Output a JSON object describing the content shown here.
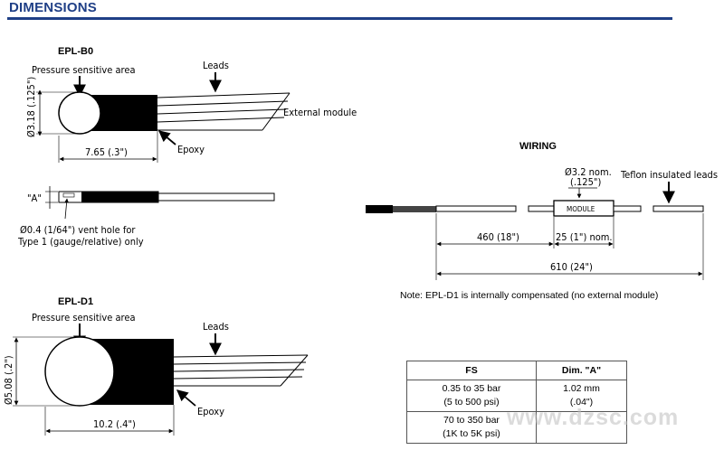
{
  "header": {
    "title": "DIMENSIONS"
  },
  "epl_b0": {
    "label": "EPL-B0",
    "pressure_label": "Pressure sensitive area",
    "leads_label": "Leads",
    "diameter_label": "Ø3.18 (.125\")",
    "external_module_label": "External module",
    "length_label": "7.65 (.3\")",
    "epoxy_label": "Epoxy",
    "side_a_label": "\"A\"",
    "vent_hole_line1": "Ø0.4 (1/64\") vent hole for",
    "vent_hole_line2": "Type 1 (gauge/relative) only"
  },
  "epl_d1": {
    "label": "EPL-D1",
    "pressure_label": "Pressure sensitive area",
    "leads_label": "Leads",
    "diameter_label": "Ø5.08 (.2\")",
    "length_label": "10.2 (.4\")",
    "epoxy_label": "Epoxy"
  },
  "wiring": {
    "title": "WIRING",
    "module_diameter_line1": "Ø3.2 nom.",
    "module_diameter_line2": "(.125\")",
    "teflon_label": "Teflon insulated leads",
    "module_label": "MODULE",
    "dim_460": "460 (18\")",
    "dim_25": "25 (1\") nom.",
    "dim_610": "610 (24\")",
    "note": "Note: EPL-D1 is internally compensated (no external module)"
  },
  "table": {
    "headers": [
      "FS",
      "Dim. \"A\""
    ],
    "rows": [
      {
        "fs_line1": "0.35 to 35 bar",
        "fs_line2": "(5 to 500 psi)",
        "dim_line1": "1.02 mm",
        "dim_line2": "(.04\")"
      },
      {
        "fs_line1": "70 to 350 bar",
        "fs_line2": "(1K to 5K psi)",
        "dim_line1": "",
        "dim_line2": ""
      }
    ]
  },
  "watermark": "www.dzsc.com"
}
